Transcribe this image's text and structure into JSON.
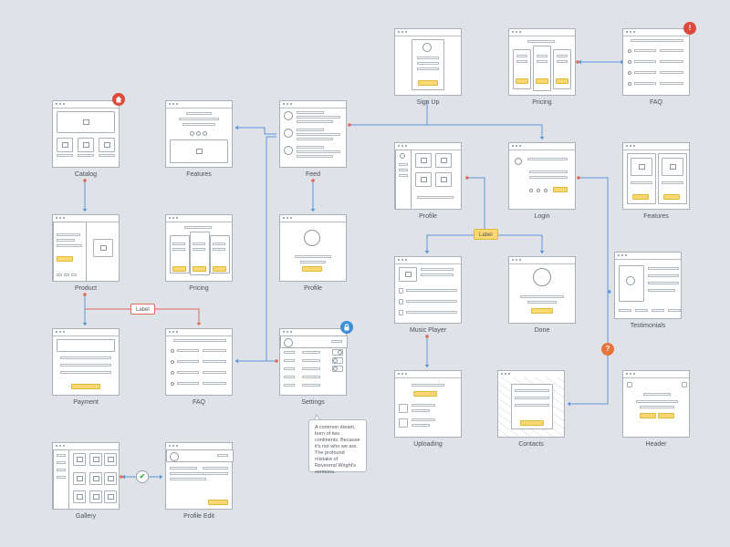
{
  "colors": {
    "background": "#dfe3e8",
    "frame_border": "#a9b0b8",
    "placeholder_line": "#d3d7db",
    "accent_yellow": "#fbd972",
    "accent_yellow_border": "#e0b83a",
    "link_blue": "#5b95d6",
    "link_red": "#df6a5a",
    "warning_red": "#e04a3c",
    "lock_blue": "#3a8fd9",
    "check_green": "#4cae4c",
    "help_orange": "#e6743c"
  },
  "screens": [
    {
      "key": "catalog",
      "caption": "Catalog"
    },
    {
      "key": "features_a",
      "caption": "Features"
    },
    {
      "key": "feed",
      "caption": "Feed"
    },
    {
      "key": "sign_up",
      "caption": "Sign Up"
    },
    {
      "key": "pricing_a",
      "caption": "Pricing"
    },
    {
      "key": "faq_a",
      "caption": "FAQ"
    },
    {
      "key": "product",
      "caption": "Product"
    },
    {
      "key": "pricing_b",
      "caption": "Pricing"
    },
    {
      "key": "profile_a",
      "caption": "Profile"
    },
    {
      "key": "profile_b",
      "caption": "Profile"
    },
    {
      "key": "login",
      "caption": "Login"
    },
    {
      "key": "features_b",
      "caption": "Features"
    },
    {
      "key": "payment",
      "caption": "Payment"
    },
    {
      "key": "faq_b",
      "caption": "FAQ"
    },
    {
      "key": "settings",
      "caption": "Settings"
    },
    {
      "key": "music_player",
      "caption": "Music Player"
    },
    {
      "key": "done",
      "caption": "Done"
    },
    {
      "key": "testimonials",
      "caption": "Testimonials"
    },
    {
      "key": "uploading",
      "caption": "Uploading"
    },
    {
      "key": "contacts",
      "caption": "Contacts"
    },
    {
      "key": "header",
      "caption": "Header"
    },
    {
      "key": "gallery",
      "caption": "Gallery"
    },
    {
      "key": "profile_edit",
      "caption": "Profile Edit"
    }
  ],
  "badges": [
    {
      "icon": "home-icon"
    },
    {
      "icon": "warning-icon",
      "glyph": "!"
    },
    {
      "icon": "lock-icon"
    },
    {
      "icon": "check-icon",
      "glyph": "✔"
    },
    {
      "icon": "help-icon",
      "glyph": "?"
    }
  ],
  "labels": [
    {
      "text": "Label"
    },
    {
      "text": "Label"
    }
  ],
  "note": {
    "text": "A common dream, born of two continents. Because it's not who we are. The profound mistake of Reverend Wright's sermons."
  }
}
